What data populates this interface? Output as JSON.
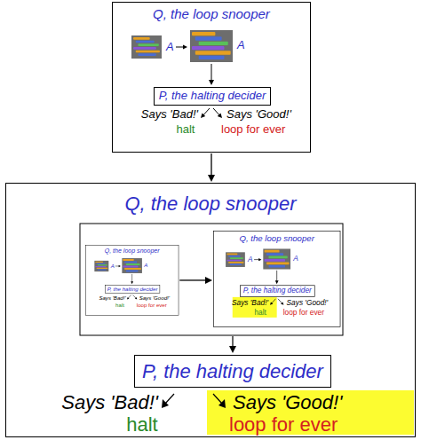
{
  "diagram": {
    "nodes": [
      {
        "text": [
          "Q, the loop snooper"
        ]
      },
      {
        "text": [
          "P, the halting decider"
        ],
        "in": 0
      },
      {
        "text": [
          "Q, the loop snooper"
        ]
      },
      {
        "text": [
          "Q, the loop snooper"
        ],
        "in": 2
      },
      {
        "text": [
          "P, the halting decider"
        ],
        "in": 3
      },
      {
        "text": [
          "Q, the loop snooper"
        ],
        "in": 2
      },
      {
        "text": [
          "P, the halting decider"
        ],
        "in": 5
      },
      {
        "text": [
          "P, the halting decider"
        ],
        "in": 2
      }
    ],
    "edges": [
      {
        "from": 0,
        "to": 2,
        "arrow": "to"
      },
      {
        "from": 3,
        "to": 5,
        "arrow": "to"
      }
    ],
    "labels": [
      "A",
      "A",
      "Says 'Bad!'",
      "halt",
      "Says 'Good!'",
      "loop for ever",
      "A",
      "A",
      "Says 'Bad!'",
      "halt",
      "Says 'Good!'",
      "loop for ever",
      "A",
      "A",
      "Says 'Bad!'",
      "halt",
      "Says 'Good!'",
      "loop for ever",
      "Says 'Bad!'",
      "halt",
      "Says 'Good!'",
      "loop for ever"
    ]
  }
}
